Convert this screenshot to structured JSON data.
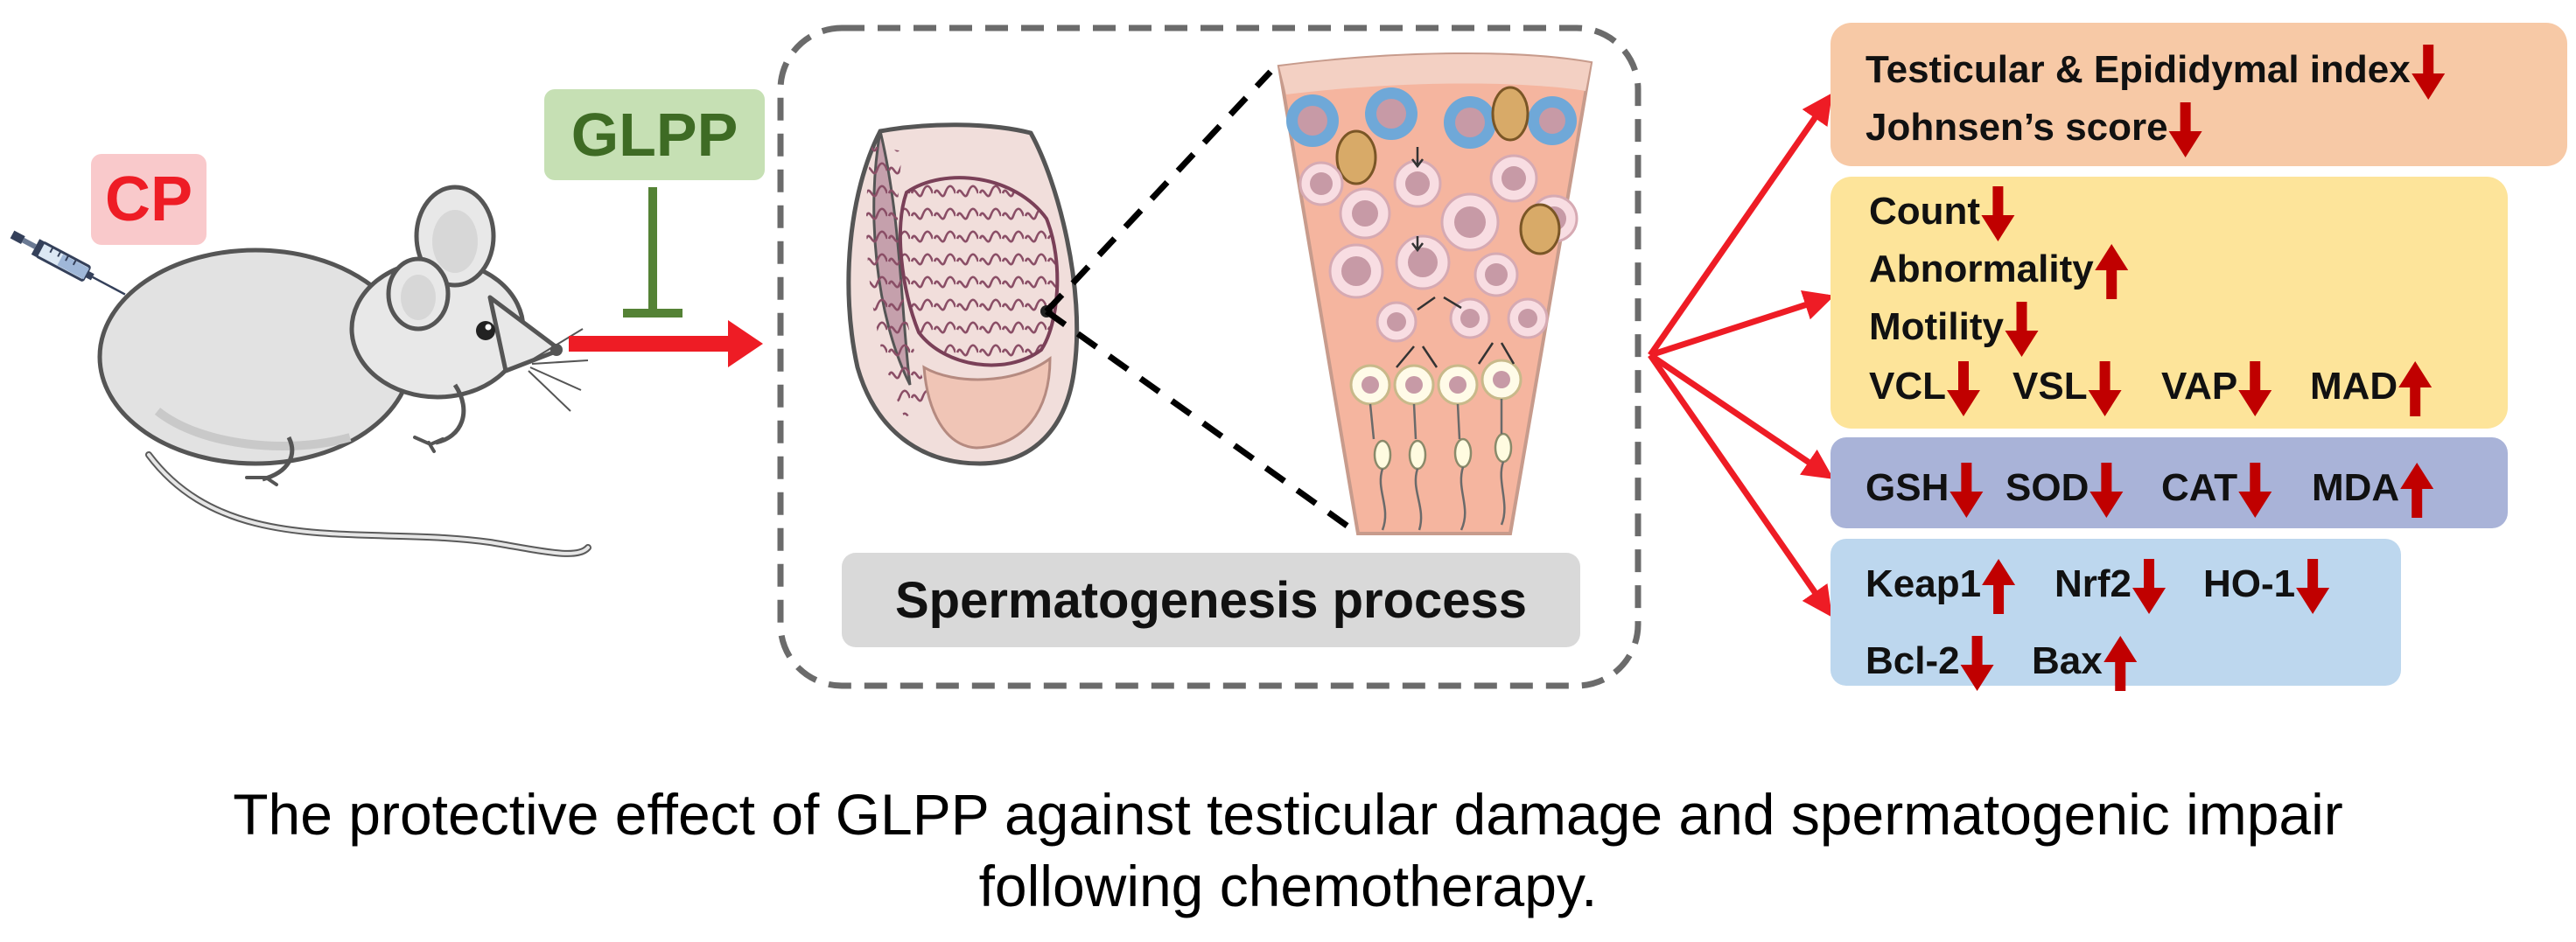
{
  "treatment": {
    "cp_label": "CP",
    "glpp_label": "GLPP"
  },
  "process": {
    "label": "Spermatogenesis process"
  },
  "outcomes": [
    {
      "box": "organ",
      "items": [
        {
          "label": "Testicular & Epididymal index",
          "direction": "down"
        },
        {
          "label": "Johnsen’s score",
          "direction": "down"
        }
      ]
    },
    {
      "box": "sperm",
      "items": [
        {
          "label": "Count",
          "direction": "down"
        },
        {
          "label": "Abnormality",
          "direction": "up"
        },
        {
          "label": "Motility",
          "direction": "down"
        },
        {
          "label": "VCL",
          "direction": "down"
        },
        {
          "label": "VSL",
          "direction": "down"
        },
        {
          "label": "VAP",
          "direction": "down"
        },
        {
          "label": "MAD",
          "direction": "up"
        }
      ]
    },
    {
      "box": "oxidative",
      "items": [
        {
          "label": "GSH",
          "direction": "down"
        },
        {
          "label": "SOD",
          "direction": "down"
        },
        {
          "label": "CAT",
          "direction": "down"
        },
        {
          "label": "MDA",
          "direction": "up"
        }
      ]
    },
    {
      "box": "protein",
      "items": [
        {
          "label": "Keap1",
          "direction": "up"
        },
        {
          "label": "Nrf2",
          "direction": "down"
        },
        {
          "label": "HO-1",
          "direction": "down"
        },
        {
          "label": "Bcl-2",
          "direction": "down"
        },
        {
          "label": "Bax",
          "direction": "up"
        }
      ]
    }
  ],
  "caption": {
    "line1": "The protective effect of GLPP against testicular damage and spermatogenic impair",
    "line2": "following chemotherapy."
  },
  "colors": {
    "cp_text": "#ee1c25",
    "cp_bg": "#f9c9cb",
    "glpp_text": "#3e6b24",
    "glpp_bg": "#c6e0b4",
    "arrow_red": "#ee1c25",
    "indicator": "#c00000",
    "box_organ": "#f7c9a6",
    "box_sperm": "#fde49a",
    "box_oxidative": "#a9b3d8",
    "box_protein": "#bdd7ee"
  }
}
